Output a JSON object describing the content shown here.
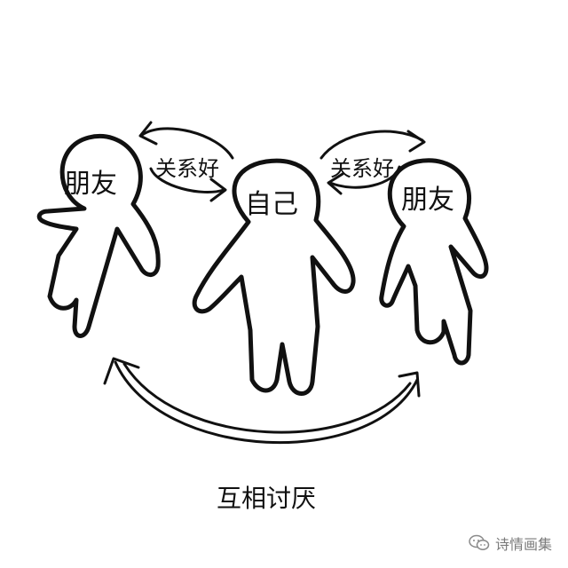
{
  "figures": {
    "left": {
      "label": "朋友"
    },
    "center": {
      "label": "自己"
    },
    "right": {
      "label": "朋友"
    }
  },
  "relations": {
    "left": "关系好",
    "right": "关系好",
    "bottom": "互相讨厌"
  },
  "watermark": {
    "icon": "chat-bubble-icon",
    "text": "诗情画集"
  }
}
